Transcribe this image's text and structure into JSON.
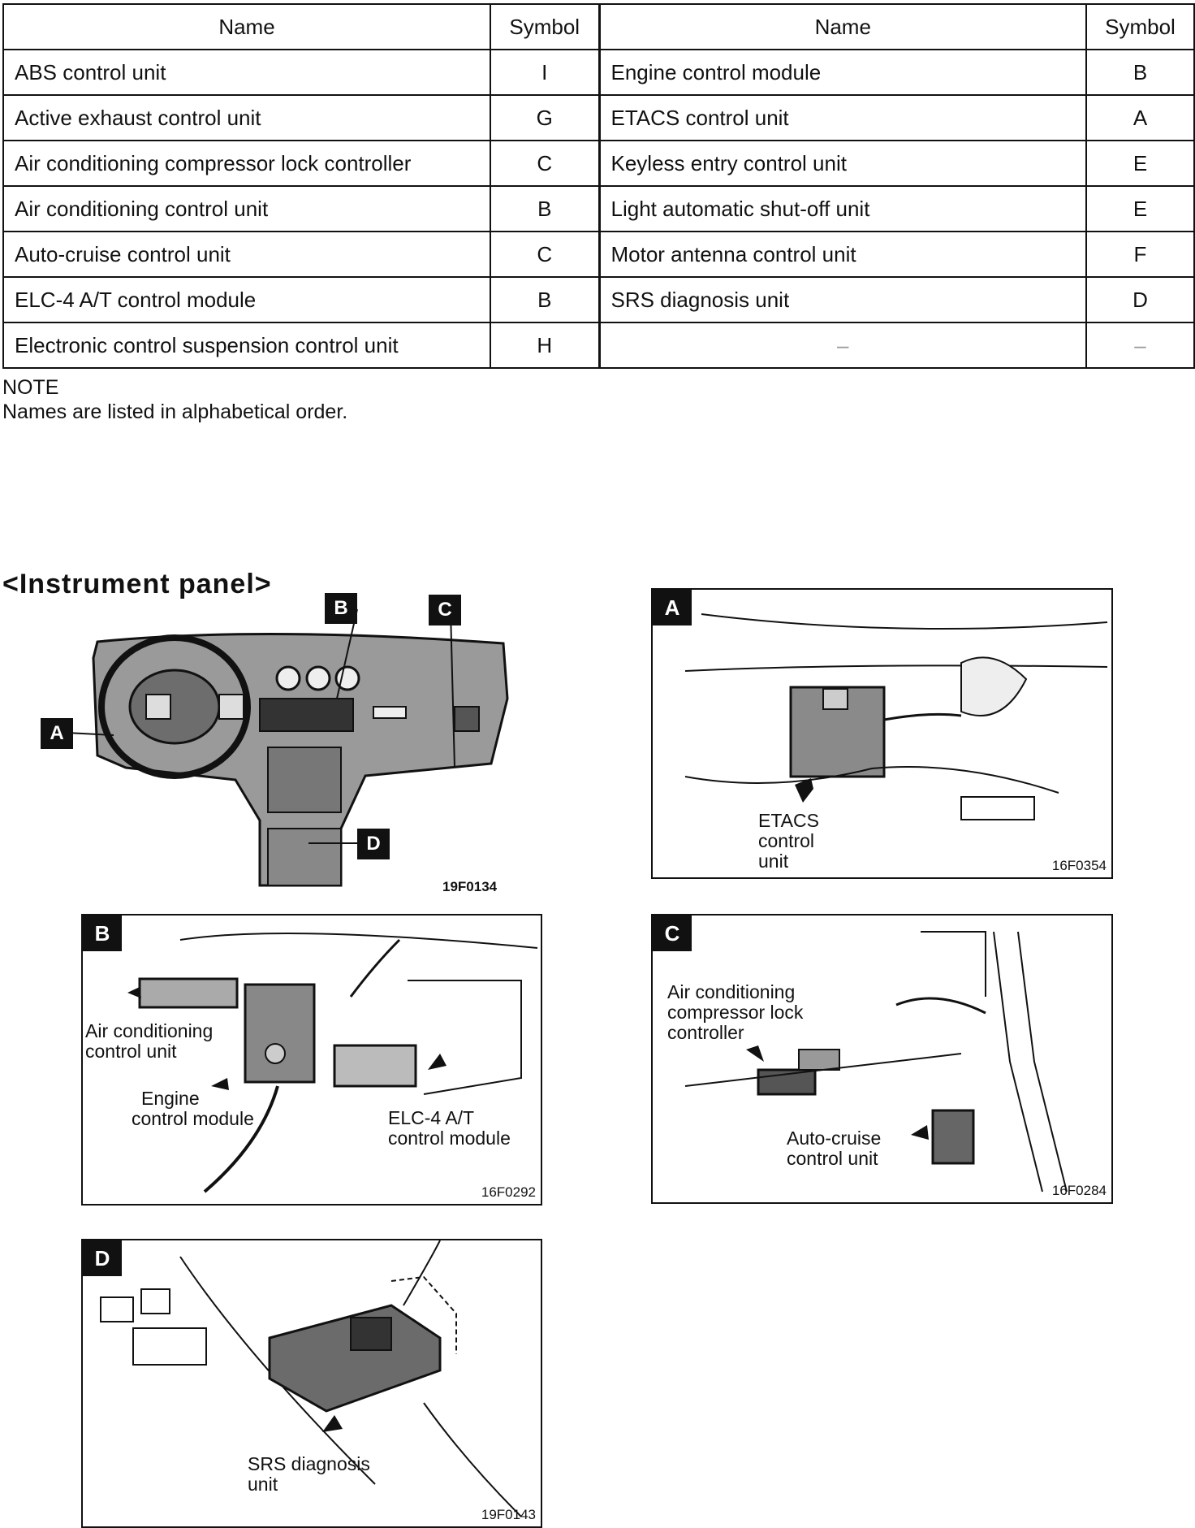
{
  "table": {
    "header": {
      "name": "Name",
      "symbol": "Symbol"
    },
    "left": [
      {
        "name": "ABS control unit",
        "symbol": "I"
      },
      {
        "name": "Active exhaust control unit",
        "symbol": "G"
      },
      {
        "name": "Air conditioning compressor lock controller",
        "symbol": "C"
      },
      {
        "name": "Air conditioning control unit",
        "symbol": "B"
      },
      {
        "name": "Auto-cruise control unit",
        "symbol": "C"
      },
      {
        "name": "ELC-4 A/T control module",
        "symbol": "B"
      },
      {
        "name": "Electronic control suspension control unit",
        "symbol": "H"
      }
    ],
    "right": [
      {
        "name": "Engine control module",
        "symbol": "B"
      },
      {
        "name": "ETACS control unit",
        "symbol": "A"
      },
      {
        "name": "Keyless entry control unit",
        "symbol": "E"
      },
      {
        "name": "Light automatic shut-off unit",
        "symbol": "E"
      },
      {
        "name": "Motor antenna control unit",
        "symbol": "F"
      },
      {
        "name": "SRS diagnosis unit",
        "symbol": "D"
      },
      {
        "name": "–",
        "symbol": "–"
      }
    ]
  },
  "note": {
    "title": "NOTE",
    "text": "Names are listed in alphabetical order."
  },
  "section_title": "<Instrument panel>",
  "dashboard": {
    "code": "19F0134",
    "tags": [
      "A",
      "B",
      "C",
      "D"
    ]
  },
  "panels": {
    "a": {
      "tag": "A",
      "code": "16F0354",
      "labels": [
        "ETACS",
        "control",
        "unit"
      ]
    },
    "b": {
      "tag": "B",
      "code": "16F0292",
      "labels": {
        "ac": [
          "Air conditioning",
          "control unit"
        ],
        "ecm": [
          "Engine",
          "control module"
        ],
        "elc": [
          "ELC-4 A/T",
          "control module"
        ]
      }
    },
    "c": {
      "tag": "C",
      "code": "16F0284",
      "labels": {
        "comp": [
          "Air conditioning",
          "compressor lock",
          "controller"
        ],
        "cruise": [
          "Auto-cruise",
          "control unit"
        ]
      }
    },
    "d": {
      "tag": "D",
      "code": "19F0143",
      "labels": [
        "SRS diagnosis",
        "unit"
      ]
    }
  }
}
